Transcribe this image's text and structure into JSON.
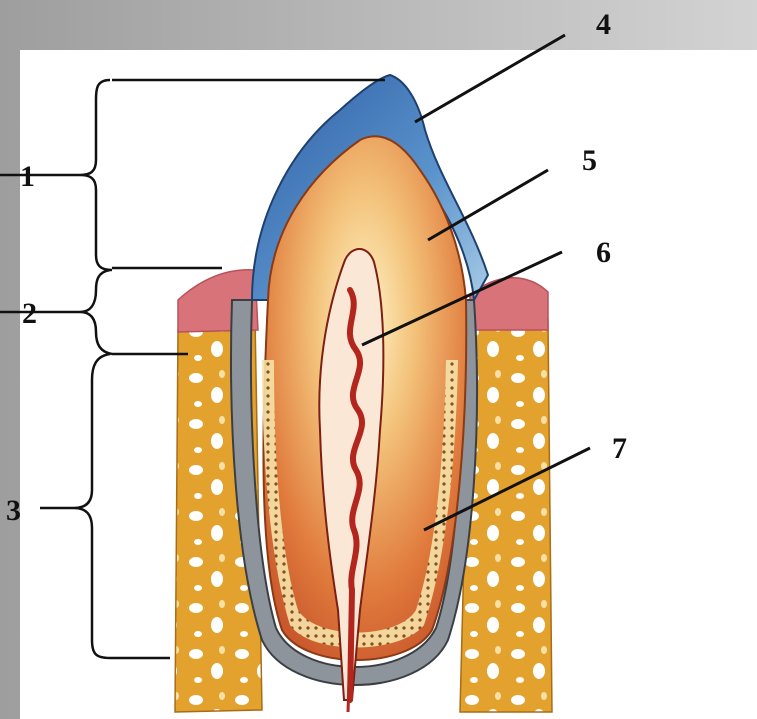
{
  "labels": {
    "l1": "1",
    "l2": "2",
    "l3": "3",
    "l4": "4",
    "l5": "5",
    "l6": "6",
    "l7": "7"
  },
  "colors": {
    "frame_gray": "#b5b5b5",
    "enamel_blue": "#3f79b8",
    "dentin_orange": "#e8a24f",
    "pulp_red": "#c0392b",
    "gum_pink": "#d9737a",
    "bone_gold": "#e3a12e",
    "periodontium_gray": "#8d949c"
  }
}
